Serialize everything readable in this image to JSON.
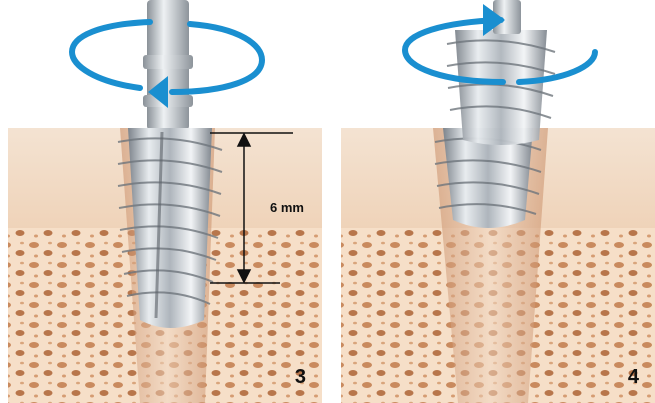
{
  "panels": [
    {
      "step": "3",
      "measurement_label": "6 mm",
      "rotation": "clockwise"
    },
    {
      "step": "4",
      "rotation": "clockwise"
    }
  ],
  "colors": {
    "arrow": "#1a8fd0",
    "gum_tissue": "#f3dcc6",
    "bone": "#f6dfc8",
    "bone_pore": "#c07a52",
    "blood_stain": "#b0673f",
    "metal": "#c9ced4"
  },
  "icons": [
    "rotation-arrow-icon",
    "measurement-arrow-icon"
  ]
}
